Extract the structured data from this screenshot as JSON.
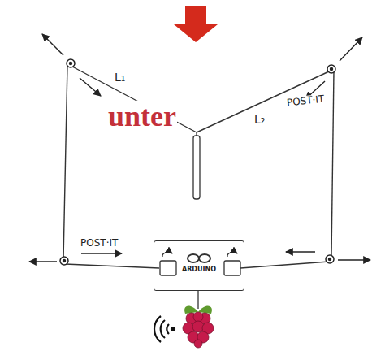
{
  "diagram": {
    "nodes": [
      {
        "text": [
          "ARDUINO"
        ]
      }
    ],
    "labels": [
      "unter",
      "L₁",
      "L₂",
      "POST·IT",
      "POST·IT"
    ]
  }
}
